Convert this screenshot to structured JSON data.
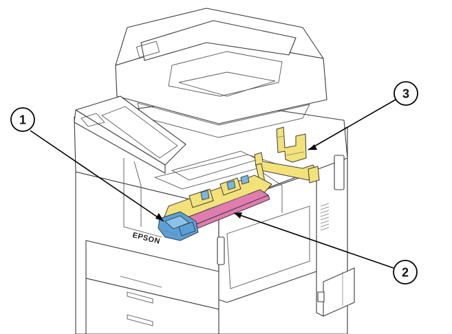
{
  "brand": {
    "logo_text": "EPSON"
  },
  "callouts": [
    {
      "id": "1",
      "label": "1"
    },
    {
      "id": "2",
      "label": "2"
    },
    {
      "id": "3",
      "label": "3"
    }
  ],
  "colors": {
    "part_1_blue": "#5aa0d8",
    "part_2_pink": "#e07cb0",
    "part_3_yellow": "#f3e27a",
    "outline": "#3a3a3a"
  }
}
